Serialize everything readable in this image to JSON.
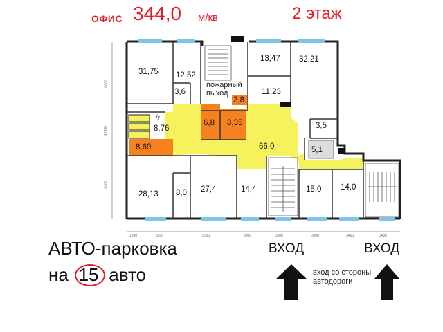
{
  "header": {
    "office_label": "ОФИС",
    "area_value": "344,0",
    "area_unit": "м/кв",
    "floor_label": "2 этаж"
  },
  "plan": {
    "rooms": [
      {
        "id": "r31-75",
        "label": "31,75"
      },
      {
        "id": "r12-52",
        "label": "12,52"
      },
      {
        "id": "r3-6",
        "label": "3,6"
      },
      {
        "id": "r13-47",
        "label": "13,47"
      },
      {
        "id": "r32-21",
        "label": "32,21"
      },
      {
        "id": "r11-23",
        "label": "11,23"
      },
      {
        "id": "r2-8",
        "label": "2,8"
      },
      {
        "id": "r6-8",
        "label": "6,8"
      },
      {
        "id": "r8-35",
        "label": "8,35"
      },
      {
        "id": "r8-76",
        "label": "8,76"
      },
      {
        "id": "r8-69",
        "label": "8,69"
      },
      {
        "id": "r66-0",
        "label": "66,0"
      },
      {
        "id": "r3-5",
        "label": "3,5"
      },
      {
        "id": "r5-1",
        "label": "5,1"
      },
      {
        "id": "r28-13",
        "label": "28,13"
      },
      {
        "id": "r8-0",
        "label": "8,0"
      },
      {
        "id": "r27-4",
        "label": "27,4"
      },
      {
        "id": "r14-4",
        "label": "14,4"
      },
      {
        "id": "r15-0",
        "label": "15,0"
      },
      {
        "id": "r14-0",
        "label": "14,0"
      }
    ],
    "wc_label": "с/у",
    "fire_exit": "пожарный выход",
    "dims_bottom": [
      "1500",
      "3200",
      "5700",
      "3900",
      "3000",
      "3800",
      "3400",
      "3400"
    ],
    "dims_left": [
      "6000",
      "17200",
      "6000"
    ],
    "colors": {
      "corridor": "#f6f25e",
      "highlight": "#f5821f",
      "wall": "#222222",
      "window": "#7ec3e8"
    }
  },
  "parking": {
    "line1": "АВТО-парковка",
    "line2_prefix": "на",
    "count": "15",
    "line2_suffix": "авто"
  },
  "entrances": {
    "left_label": "ВХОД",
    "right_label": "ВХОД",
    "road_note": "вход со стороны автодороги"
  }
}
